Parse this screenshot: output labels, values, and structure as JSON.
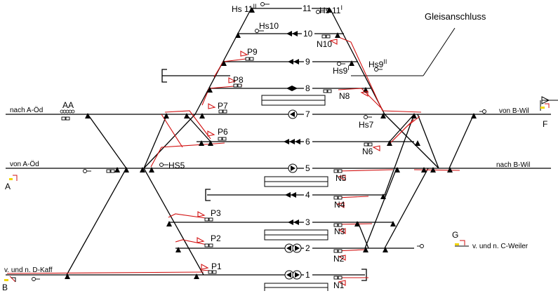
{
  "tracks": [
    {
      "num": "1"
    },
    {
      "num": "2"
    },
    {
      "num": "3"
    },
    {
      "num": "4"
    },
    {
      "num": "5"
    },
    {
      "num": "6"
    },
    {
      "num": "7"
    },
    {
      "num": "8"
    },
    {
      "num": "9"
    },
    {
      "num": "10"
    },
    {
      "num": "11"
    }
  ],
  "directions": {
    "nach_a_od": "nach A-Öd",
    "von_a_od": "von A-Öd",
    "von_b_wil": "von B-Wil",
    "nach_b_wil": "nach B-Wil",
    "d_kaff": "v. und n. D-Kaff",
    "c_weiler": "v. und n. C-Weiler"
  },
  "signals": {
    "hs11_2_base": "Hs 11",
    "hs11_2_sup": "II",
    "hs11_1_base": "Hs 11",
    "hs11_1_sup": "I",
    "hs10": "Hs10",
    "hs9_1_base": "Hs9",
    "hs9_1_sup": "I",
    "hs9_2_base": "Hs9",
    "hs9_2_sup": "II",
    "hs7": "Hs7",
    "hs5": "HS5",
    "p1": "P1",
    "p2": "P2",
    "p3": "P3",
    "p6": "P6",
    "p7": "P7",
    "p8": "P8",
    "p9": "P9",
    "n1": "N1",
    "n2": "N2",
    "n3": "N3",
    "n4": "N4",
    "n5": "N5",
    "n6": "N6",
    "n8": "N8",
    "n10": "N10",
    "aa": "AA"
  },
  "points": {
    "a": "A",
    "b": "B",
    "f": "F",
    "g": "G"
  },
  "annotations": {
    "gleisanschluss": "Gleisanschluss"
  },
  "colors": {
    "track": "#000000",
    "red": "#d21010",
    "yellow": "#f2d400"
  }
}
